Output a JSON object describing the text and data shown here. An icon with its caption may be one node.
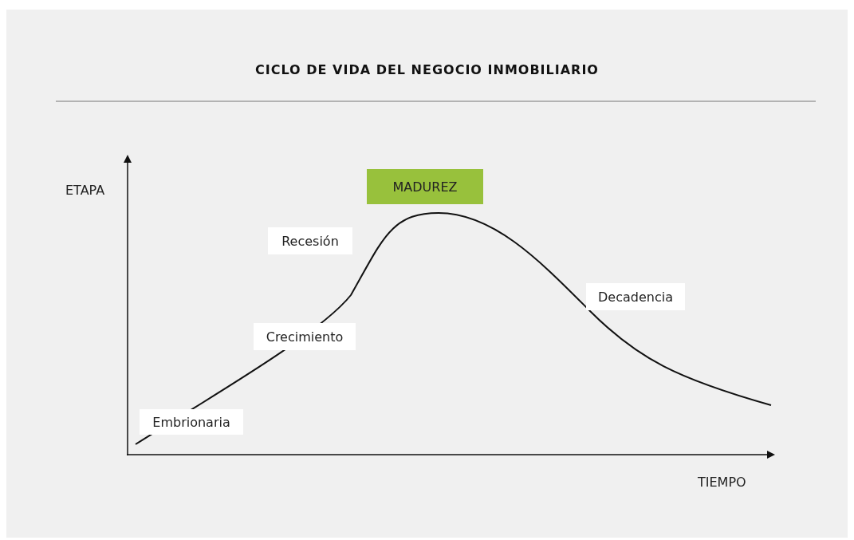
{
  "diagram": {
    "title": "CICLO DE VIDA DEL NEGOCIO INMOBILIARIO",
    "nodes": [
      {
        "text": [
          "MADUREZ"
        ]
      },
      {
        "text": [
          "Recesión"
        ]
      },
      {
        "text": [
          "Decadencia"
        ]
      },
      {
        "text": [
          "Crecimiento"
        ]
      },
      {
        "text": [
          "Embrionaria"
        ]
      }
    ],
    "labels": [
      "ETAPA",
      "TIEMPO"
    ]
  }
}
